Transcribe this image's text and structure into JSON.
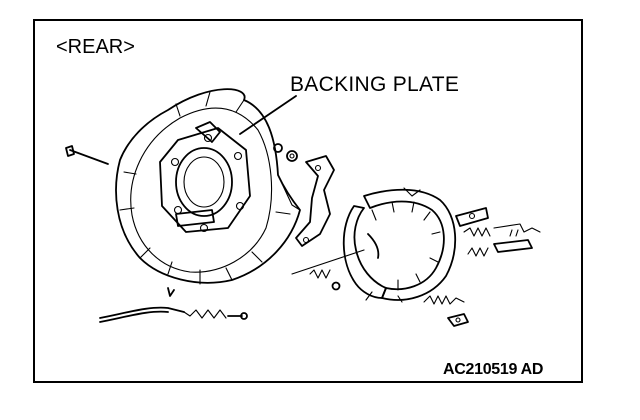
{
  "view_label": "<REAR>",
  "callout_label": "BACKING PLATE",
  "figure_code": "AC210519 AD",
  "colors": {
    "line": "#000000",
    "background": "#ffffff"
  }
}
